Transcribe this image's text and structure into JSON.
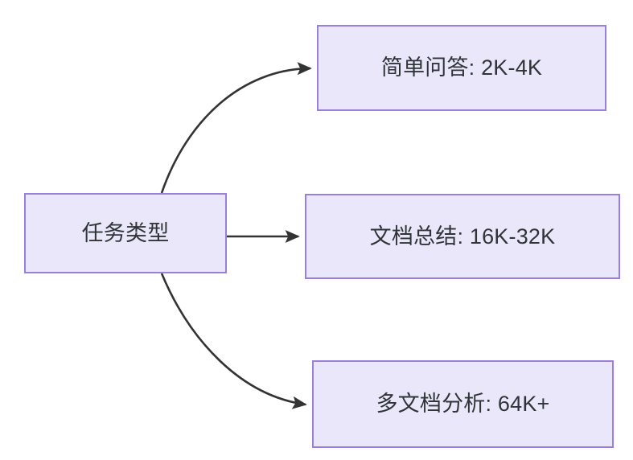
{
  "diagram": {
    "type": "flowchart",
    "direction": "left-to-right",
    "background_color": "#ffffff",
    "node_fill_color": "#eae7fb",
    "node_border_color": "#9a7fdc",
    "node_text_color": "#2f3437",
    "edge_color": "#333333",
    "root": {
      "id": "root",
      "label": "任务类型"
    },
    "branches": [
      {
        "id": "simple-qa",
        "label": "简单问答: 2K-4K",
        "task": "简单问答",
        "context_length": "2K-4K"
      },
      {
        "id": "doc-sum",
        "label": "文档总结: 16K-32K",
        "task": "文档总结",
        "context_length": "16K-32K"
      },
      {
        "id": "multi-doc",
        "label": "多文档分析: 64K+",
        "task": "多文档分析",
        "context_length": "64K+"
      }
    ],
    "edges": [
      {
        "id": "edge-root-simple-qa",
        "from": "任务类型",
        "to": "简单问答: 2K-4K",
        "style": "curved",
        "arrow": "triangle"
      },
      {
        "id": "edge-root-doc-sum",
        "from": "任务类型",
        "to": "文档总结: 16K-32K",
        "style": "straight",
        "arrow": "triangle"
      },
      {
        "id": "edge-root-multi-doc",
        "from": "任务类型",
        "to": "多文档分析: 64K+",
        "style": "curved",
        "arrow": "triangle"
      }
    ]
  }
}
